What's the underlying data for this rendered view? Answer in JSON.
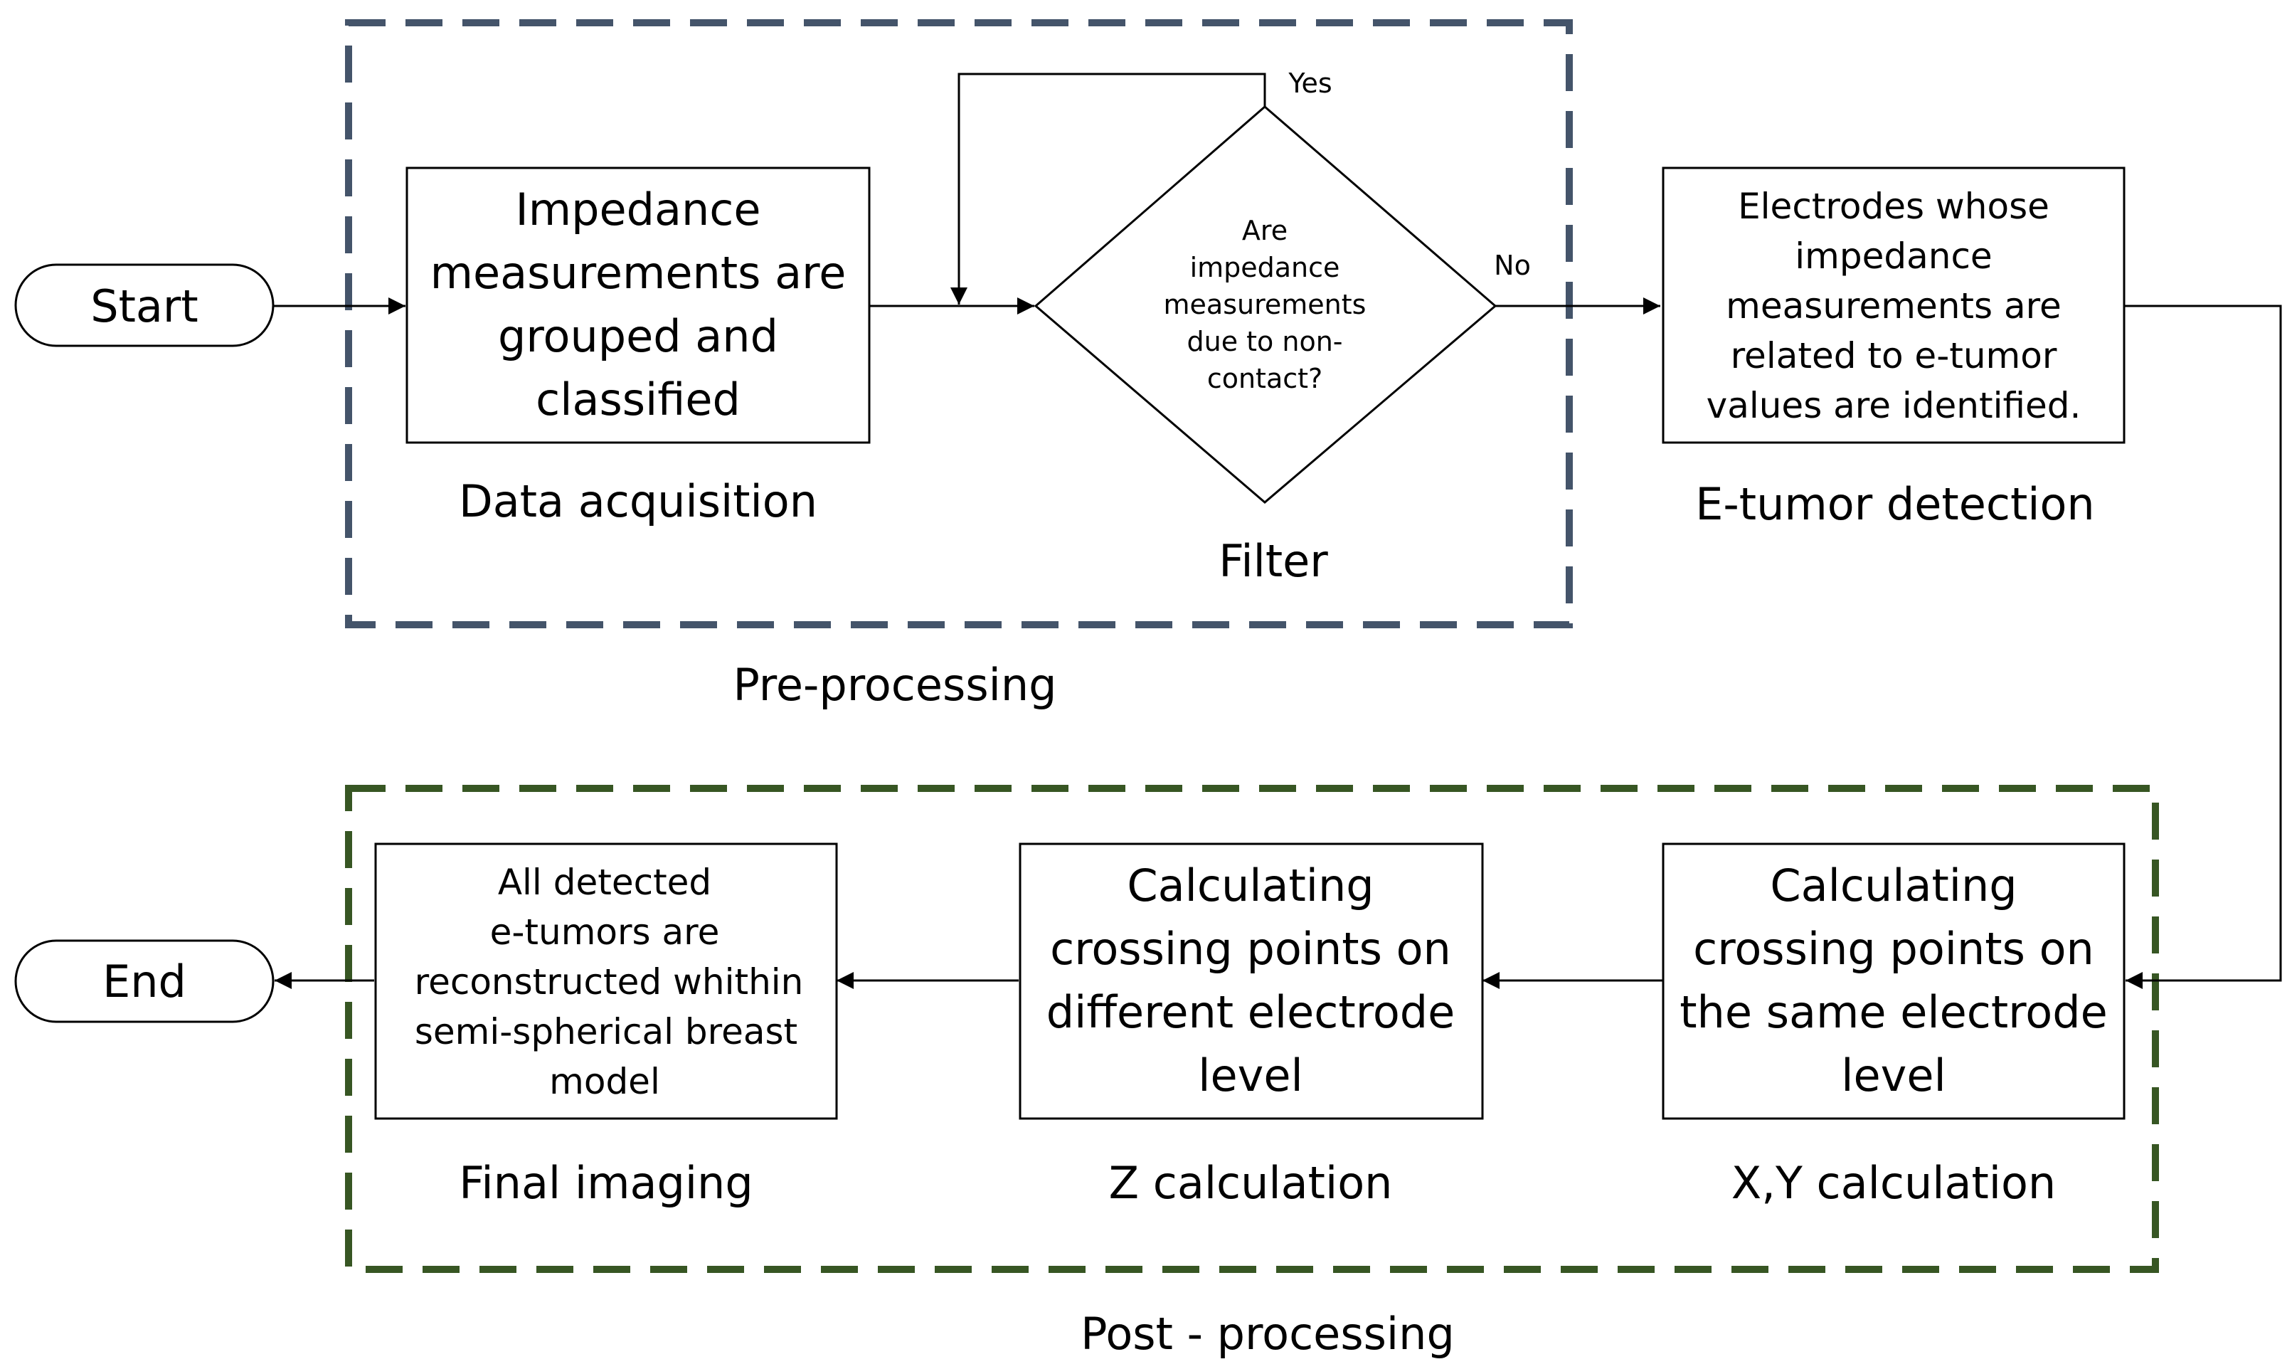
{
  "terminals": {
    "start": "Start",
    "end": "End"
  },
  "groups": {
    "pre": "Pre-processing",
    "post": "Post - processing"
  },
  "steps": {
    "acquisition": {
      "lines": [
        "Impedance",
        "measurements are",
        "grouped and",
        "classified"
      ],
      "caption": "Data acquisition"
    },
    "filter": {
      "lines": [
        "Are",
        "impedance",
        "measurements",
        "due to non-",
        "contact?"
      ],
      "caption": "Filter",
      "yes": "Yes",
      "no": "No"
    },
    "detection": {
      "lines": [
        "Electrodes whose",
        "impedance",
        "measurements are",
        "related to e-tumor",
        "values are identified."
      ],
      "caption": "E-tumor detection"
    },
    "xy": {
      "lines": [
        "Calculating",
        "crossing points on",
        "the same electrode",
        "level"
      ],
      "caption": "X,Y calculation"
    },
    "z": {
      "lines": [
        "Calculating",
        "crossing points on",
        "different electrode",
        "level"
      ],
      "caption": "Z calculation"
    },
    "final": {
      "lines": [
        "All detected",
        "e-tumors are",
        "reconstructed whithin",
        "semi-spherical breast",
        "model"
      ],
      "caption": "Final imaging"
    }
  },
  "colors": {
    "pre_border": "#44546a",
    "post_border": "#375623"
  }
}
